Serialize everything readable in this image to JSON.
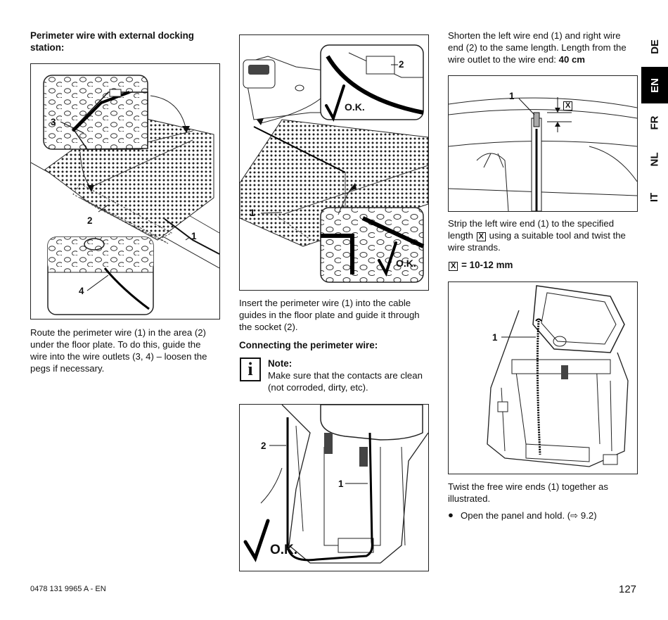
{
  "col1": {
    "heading": "Perimeter wire with external docking station:",
    "callouts": {
      "c1": "1",
      "c2": "2",
      "c3": "3",
      "c4": "4"
    },
    "body": "Route the perimeter wire (1) in the area (2) under the floor plate. To do this, guide the wire into the wire outlets (3, 4) – loosen the pegs if necessary."
  },
  "col2": {
    "fig1_callouts": {
      "c1": "1",
      "c2": "2"
    },
    "fig1_ok": "O.K.",
    "fig1_ok2": "O.K.",
    "insert_text": "Insert the perimeter wire (1) into the cable guides in the floor plate and guide it through the socket (2).",
    "connecting_heading": "Connecting the perimeter wire:",
    "note_title": "Note:",
    "note_body": "Make sure that the contacts are clean (not corroded, dirty, etc).",
    "fig2_callouts": {
      "c1": "1",
      "c2": "2"
    },
    "fig2_ok": "O.K."
  },
  "col3": {
    "shorten_text": "Shorten the left wire end (1) and right wire end (2) to the same length. Length from the wire outlet to the wire end:",
    "shorten_value": "40 cm",
    "fig_strip_callouts": {
      "c1": "1",
      "x": "X"
    },
    "strip_text_a": "Strip the left wire end (1) to the specified length",
    "strip_text_b": "using a suitable tool and twist the wire strands.",
    "x_label": "X",
    "x_value": "= 10-12 mm",
    "fig_twist_callouts": {
      "c1": "1"
    },
    "twist_text": "Twist the free wire ends (1) together as illustrated.",
    "bullet_text": "Open the panel and hold. (⇨ 9.2)"
  },
  "tabs": [
    "DE",
    "EN",
    "FR",
    "NL",
    "IT"
  ],
  "active_tab": "EN",
  "footer": {
    "doc_number": "0478 131 9965 A - EN",
    "page_number": "127"
  }
}
